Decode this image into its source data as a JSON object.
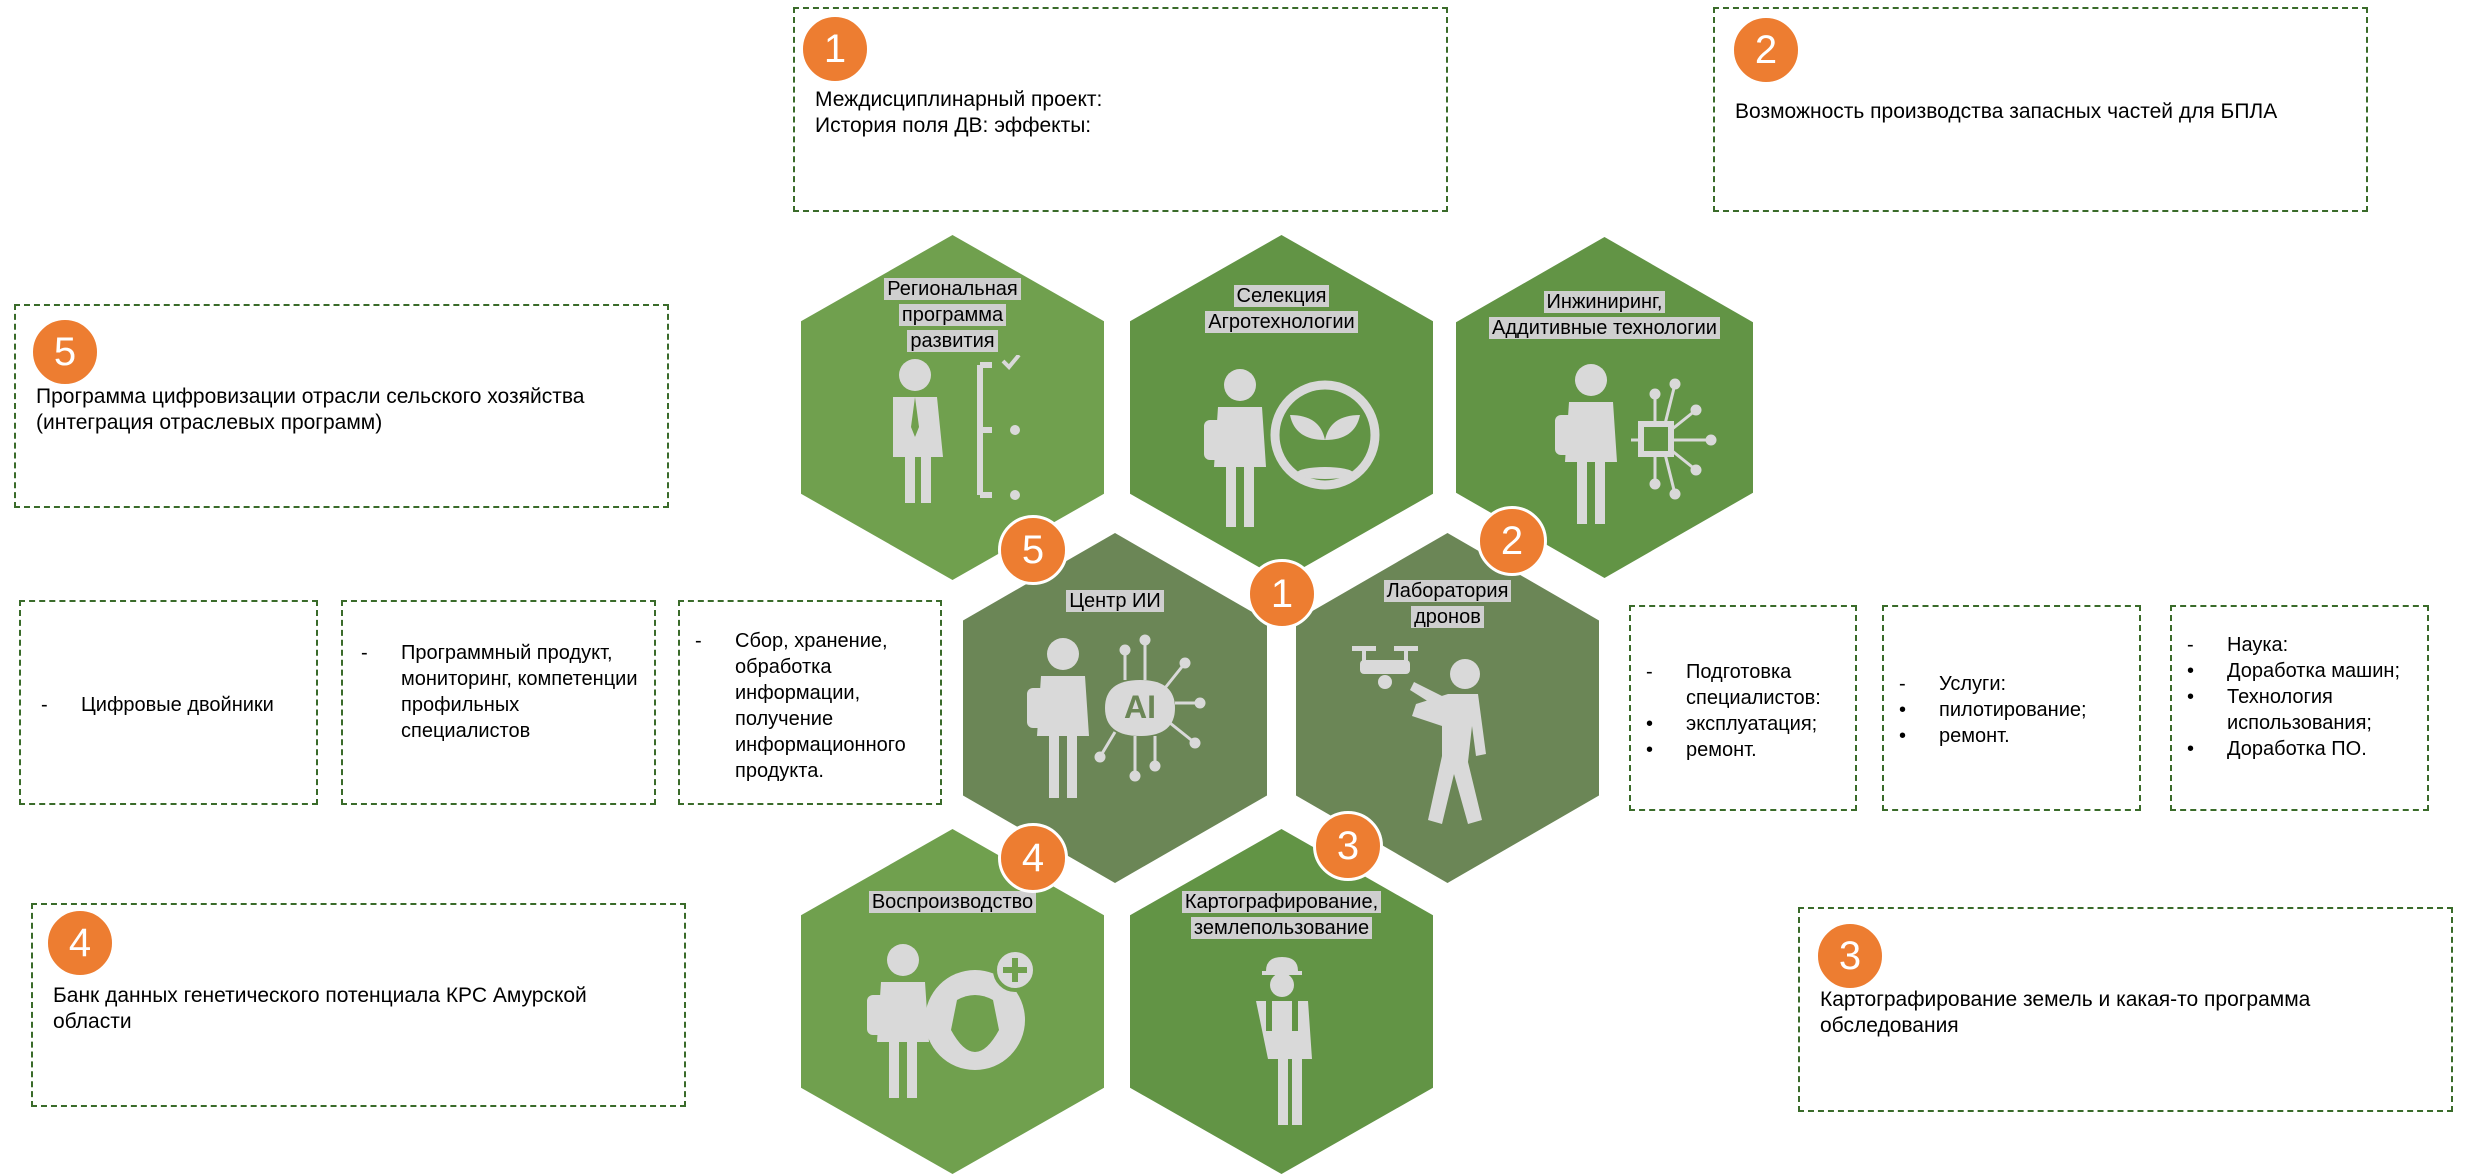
{
  "colors": {
    "badge": "#ed7d31",
    "hex_green": "#70a04e",
    "hex_dark": "#6b8656",
    "border": "#3a6b2a",
    "icon": "#d9d9d9"
  },
  "boxes": {
    "top_center": {
      "badge": "1",
      "line1": "Междисциплинарный проект:",
      "line2": "История поля ДВ: эффекты:"
    },
    "top_right": {
      "badge": "2",
      "line1": "Возможность производства запасных частей для БПЛА"
    },
    "left_upper": {
      "badge": "5",
      "line1": "Программа цифровизации отрасли сельского хозяйства",
      "line2": "(интеграция отраслевых программ)"
    },
    "left_lower": {
      "badge": "4",
      "line1": "Банк данных генетического потенциала КРС Амурской",
      "line2": "области"
    },
    "right_lower": {
      "badge": "3",
      "line1": "Картографирование земель и какая-то программа",
      "line2": "обследования"
    }
  },
  "left_lists": [
    {
      "items": [
        {
          "marker": "-",
          "text": "Цифровые двойники"
        }
      ]
    },
    {
      "items": [
        {
          "marker": "-",
          "text": "Программный продукт, мониторинг, компетенции профильных специалистов"
        }
      ]
    },
    {
      "items": [
        {
          "marker": "-",
          "text": "Сбор, хранение, обработка информации, получение информационного продукта."
        }
      ]
    }
  ],
  "right_lists": [
    {
      "items": [
        {
          "marker": "-",
          "text": "Подготовка специалистов:"
        },
        {
          "marker": "•",
          "text": "эксплуатация;"
        },
        {
          "marker": "•",
          "text": "ремонт."
        }
      ]
    },
    {
      "items": [
        {
          "marker": "-",
          "text": "Услуги:"
        },
        {
          "marker": "•",
          "text": "пилотирование;"
        },
        {
          "marker": "•",
          "text": "ремонт."
        }
      ]
    },
    {
      "items": [
        {
          "marker": "-",
          "text": "Наука:"
        },
        {
          "marker": "•",
          "text": "Доработка машин;"
        },
        {
          "marker": "•",
          "text": "Технология использования;"
        },
        {
          "marker": "•",
          "text": "Доработка ПО."
        }
      ]
    }
  ],
  "hexes": {
    "regional": {
      "line1": "Региональная",
      "line2": "программа",
      "line3": "развития",
      "icon": "person-checklist-icon"
    },
    "selection": {
      "line1": "Селекция",
      "line2": "Агротехнологии",
      "icon": "person-plant-icon"
    },
    "engineering": {
      "line1": "Инжиниринг,",
      "line2": "Аддитивные технологии",
      "icon": "person-chip-icon"
    },
    "ai_center": {
      "line1": "Центр ИИ",
      "icon": "person-ai-icon"
    },
    "drone_lab": {
      "line1": "Лаборатория",
      "line2": "дронов",
      "icon": "person-drone-icon"
    },
    "reproduction": {
      "line1": "Воспроизводство",
      "icon": "person-globe-cow-icon"
    },
    "mapping": {
      "line1": "Картографирование,",
      "line2": "землепользование",
      "icon": "worker-icon"
    }
  },
  "hex_badges": {
    "b5": "5",
    "b1": "1",
    "b2": "2",
    "b4": "4",
    "b3": "3"
  }
}
